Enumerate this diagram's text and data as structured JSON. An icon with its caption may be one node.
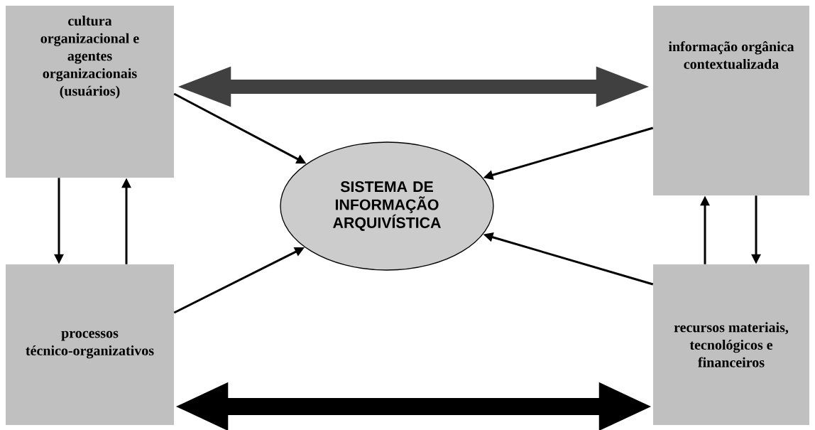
{
  "diagram": {
    "nodes": [
      {
        "text": [
          "cultura organizacional e agentes organizacionais (usuários)"
        ]
      },
      {
        "text": [
          "SISTEMA DE INFORMAÇÃO ARQUIVÍSTICA"
        ]
      },
      {
        "text": [
          "informação orgânica contextualizada"
        ]
      },
      {
        "text": [
          "processos técnico-organizativos"
        ]
      },
      {
        "text": [
          "recursos materiais, tecnológicos e financeiros"
        ]
      }
    ],
    "edges": [
      {
        "from": 0,
        "to": 2,
        "arrow": "both",
        "style": "thick",
        "color": "#404040"
      },
      {
        "from": 0,
        "to": 1,
        "arrow": "to"
      },
      {
        "from": 2,
        "to": 1,
        "arrow": "to"
      },
      {
        "from": 3,
        "to": 1,
        "arrow": "to"
      },
      {
        "from": 4,
        "to": 1,
        "arrow": "to"
      },
      {
        "from": 0,
        "to": 3,
        "arrow": "to"
      },
      {
        "from": 3,
        "to": 0,
        "arrow": "to"
      },
      {
        "from": 4,
        "to": 2,
        "arrow": "to"
      },
      {
        "from": 2,
        "to": 4,
        "arrow": "to"
      },
      {
        "from": 3,
        "to": 4,
        "arrow": "both",
        "style": "thick"
      }
    ]
  }
}
